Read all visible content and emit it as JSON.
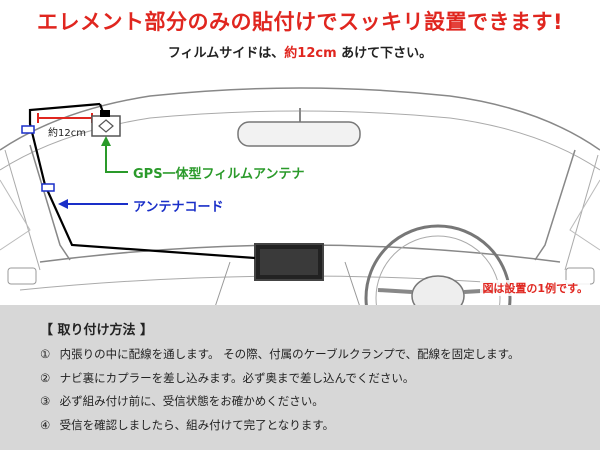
{
  "header": {
    "headline": "エレメント部分のみの貼付けでスッキリ設置できます!",
    "subline_before": "フィルムサイドは、",
    "subline_highlight": "約12cm",
    "subline_after": " あけて下さい。"
  },
  "illustration": {
    "distance_label": "約12cm",
    "gps_label": "GPS一体型フィルムアンテナ",
    "cord_label": "アンテナコード",
    "caption": "図は設置の1例です。"
  },
  "instructions": {
    "title": "【 取り付け方法 】",
    "steps": [
      {
        "num": "①",
        "text": "内張りの中に配線を通します。 その際、付属のケーブルクランプで、配線を固定します。"
      },
      {
        "num": "②",
        "text": "ナビ裏にカプラーを差し込みます。必ず奥まで差し込んでください。"
      },
      {
        "num": "③",
        "text": "必ず組み付け前に、受信状態をお確かめください。"
      },
      {
        "num": "④",
        "text": "受信を確認しましたら、組み付けて完了となります。"
      }
    ]
  },
  "colors": {
    "accent_red": "#e0261f",
    "gps_green": "#2a9a2a",
    "cord_blue": "#1a2fc8",
    "panel_bg": "#d7d7d7"
  }
}
